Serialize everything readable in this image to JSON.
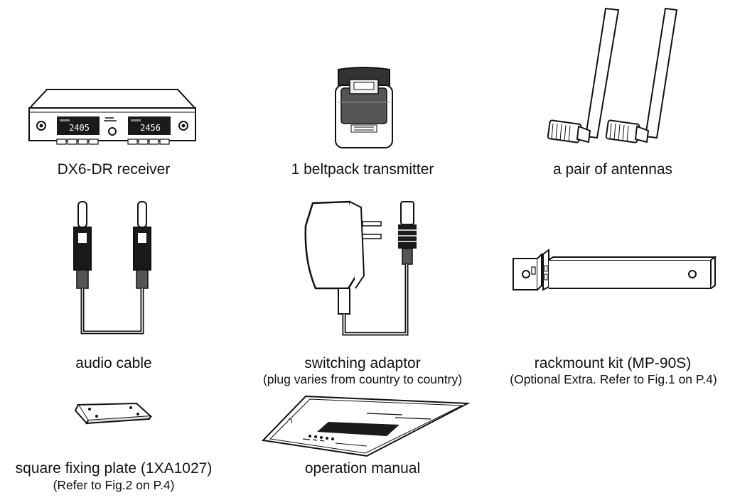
{
  "items": [
    {
      "caption": "DX6-DR receiver",
      "display_a": "2405",
      "display_b": "2456"
    },
    {
      "caption": "1 beltpack transmitter"
    },
    {
      "caption": "a pair of antennas"
    },
    {
      "caption": "audio cable"
    },
    {
      "caption": "switching adaptor",
      "note": "(plug varies from country to country)"
    },
    {
      "caption": "rackmount kit (MP-90S)",
      "note": "(Optional Extra. Refer to Fig.1 on P.4)"
    },
    {
      "caption": "square fixing plate (1XA1027)",
      "note": "(Refer to Fig.2 on P.4)"
    },
    {
      "caption": "operation manual"
    }
  ]
}
